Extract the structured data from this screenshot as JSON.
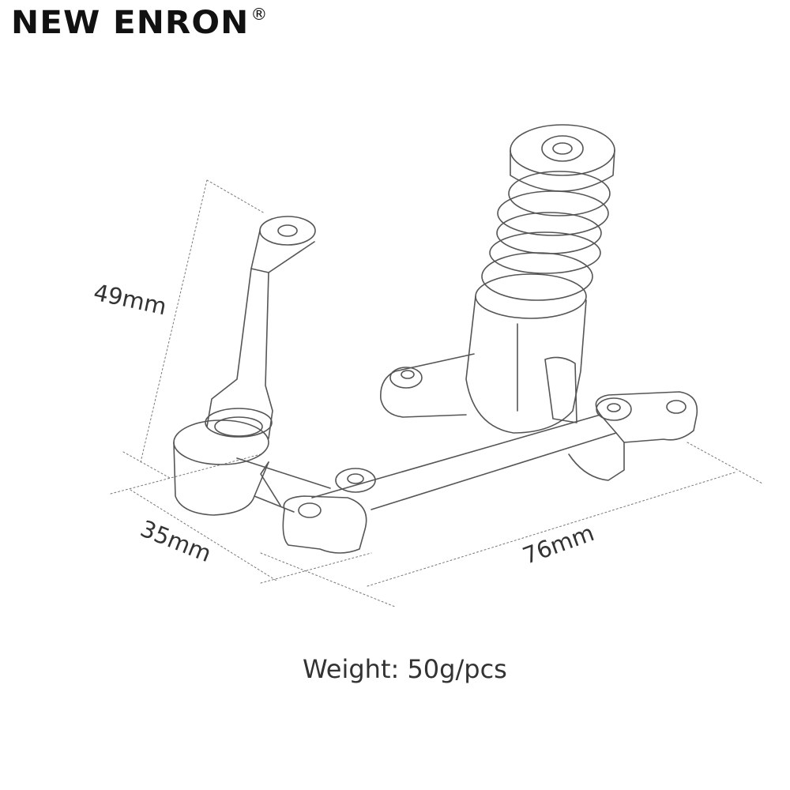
{
  "brand": {
    "name": "NEW ENRON",
    "mark": "®"
  },
  "dimensions": {
    "height": "49mm",
    "depth": "35mm",
    "width": "76mm"
  },
  "weight_label": "Weight: 50g/pcs",
  "colors": {
    "line": "#555555",
    "text": "#333333",
    "brand": "#111111"
  }
}
